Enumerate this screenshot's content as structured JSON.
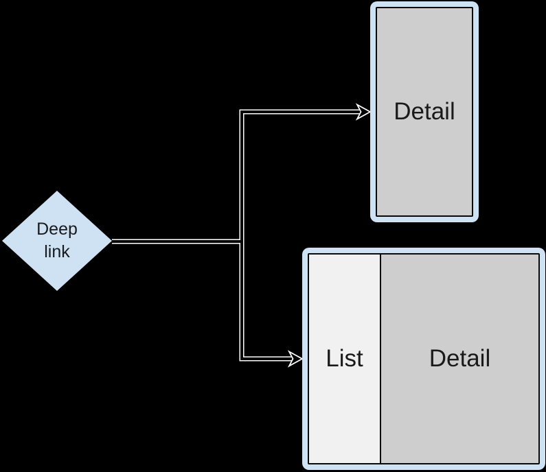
{
  "colors": {
    "background": "#000000",
    "node-fill": "#cfe2f3",
    "frame-fill": "#cfe2f3",
    "screen-detail": "#cecece",
    "screen-list": "#f1f1f1",
    "line": "#ffffff",
    "ink": "#1a1a1a"
  },
  "nodes": {
    "deep_link": {
      "shape": "diamond",
      "label": "Deep link"
    },
    "detail_only": {
      "label": "Detail"
    },
    "list_detail": {
      "list": "List",
      "detail": "Detail"
    }
  },
  "connections": [
    {
      "from": "deep_link",
      "to": "detail_only"
    },
    {
      "from": "deep_link",
      "to": "list_detail"
    }
  ]
}
